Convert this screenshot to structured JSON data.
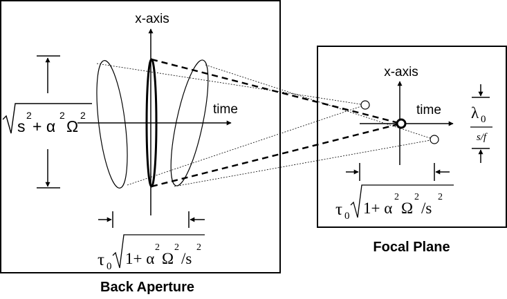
{
  "left_panel": {
    "axis_x_label": "x-axis",
    "axis_time_label": "time",
    "vertical_dim": {
      "sqrt_body": "s",
      "sup1": "2",
      "plus_alpha": "+ α",
      "sup2": "2",
      "omega": "Ω",
      "sup3": "2"
    },
    "horizontal_dim": {
      "tau": "τ",
      "tau_sub": "0",
      "body_a": "1+ α",
      "sup_a": "2",
      "omega": "Ω",
      "sup_b": "2",
      "slash_s": "/s",
      "sup_c": "2"
    },
    "caption": "Back Aperture"
  },
  "right_panel": {
    "axis_x_label": "x-axis",
    "axis_time_label": "time",
    "horizontal_dim": {
      "tau": "τ",
      "tau_sub": "0",
      "body_a": "1+ α",
      "sup_a": "2",
      "omega": "Ω",
      "sup_b": "2",
      "slash_s": "/s",
      "sup_c": "2"
    },
    "vertical_dim": {
      "lambda": "λ",
      "lambda_sub": "0",
      "denom": "s/f"
    },
    "caption": "Focal Plane"
  }
}
